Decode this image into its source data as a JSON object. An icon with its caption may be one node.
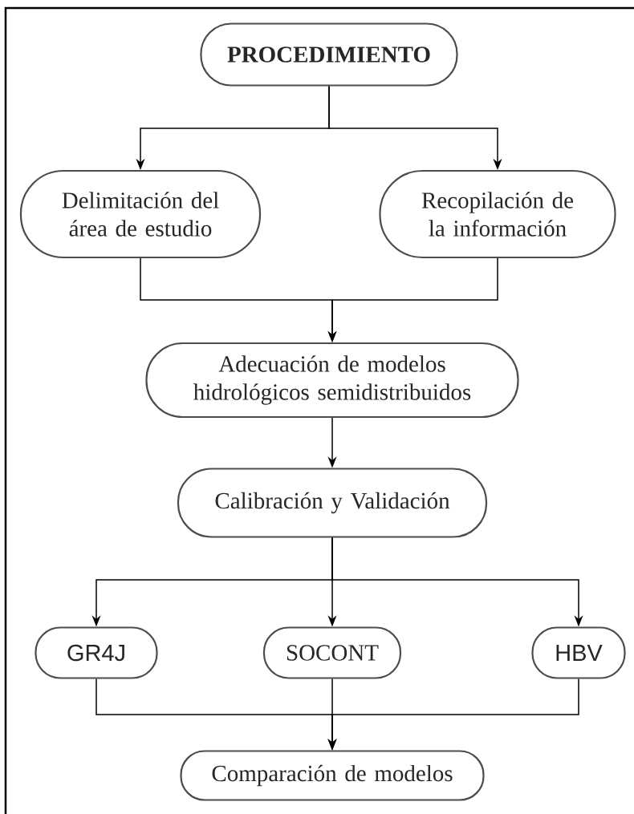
{
  "diagram": {
    "nodes": [
      {
        "text": [
          "PROCEDIMIENTO"
        ]
      },
      {
        "text": [
          "Delimitación del área de estudio"
        ]
      },
      {
        "text": [
          "Recopilación de la información"
        ]
      },
      {
        "text": [
          "Adecuación de modelos hidrológicos semidistribuidos"
        ]
      },
      {
        "text": [
          "Calibración y Validación"
        ]
      },
      {
        "text": [
          "GR4J"
        ]
      },
      {
        "text": [
          "SOCONT"
        ]
      },
      {
        "text": [
          "HBV"
        ]
      },
      {
        "text": [
          "Comparación de modelos"
        ]
      }
    ],
    "edges": [
      {
        "from": 0,
        "to": 1,
        "arrow": "to"
      },
      {
        "from": 0,
        "to": 2,
        "arrow": "to"
      },
      {
        "from": 1,
        "to": 3,
        "arrow": "to"
      },
      {
        "from": 2,
        "to": 3,
        "arrow": "to"
      },
      {
        "from": 3,
        "to": 4,
        "arrow": "to"
      },
      {
        "from": 4,
        "to": 5,
        "arrow": "to"
      },
      {
        "from": 4,
        "to": 6,
        "arrow": "to"
      },
      {
        "from": 4,
        "to": 7,
        "arrow": "to"
      },
      {
        "from": 5,
        "to": 8,
        "arrow": "to"
      },
      {
        "from": 6,
        "to": 8,
        "arrow": "to"
      },
      {
        "from": 7,
        "to": 8,
        "arrow": "to"
      }
    ]
  }
}
